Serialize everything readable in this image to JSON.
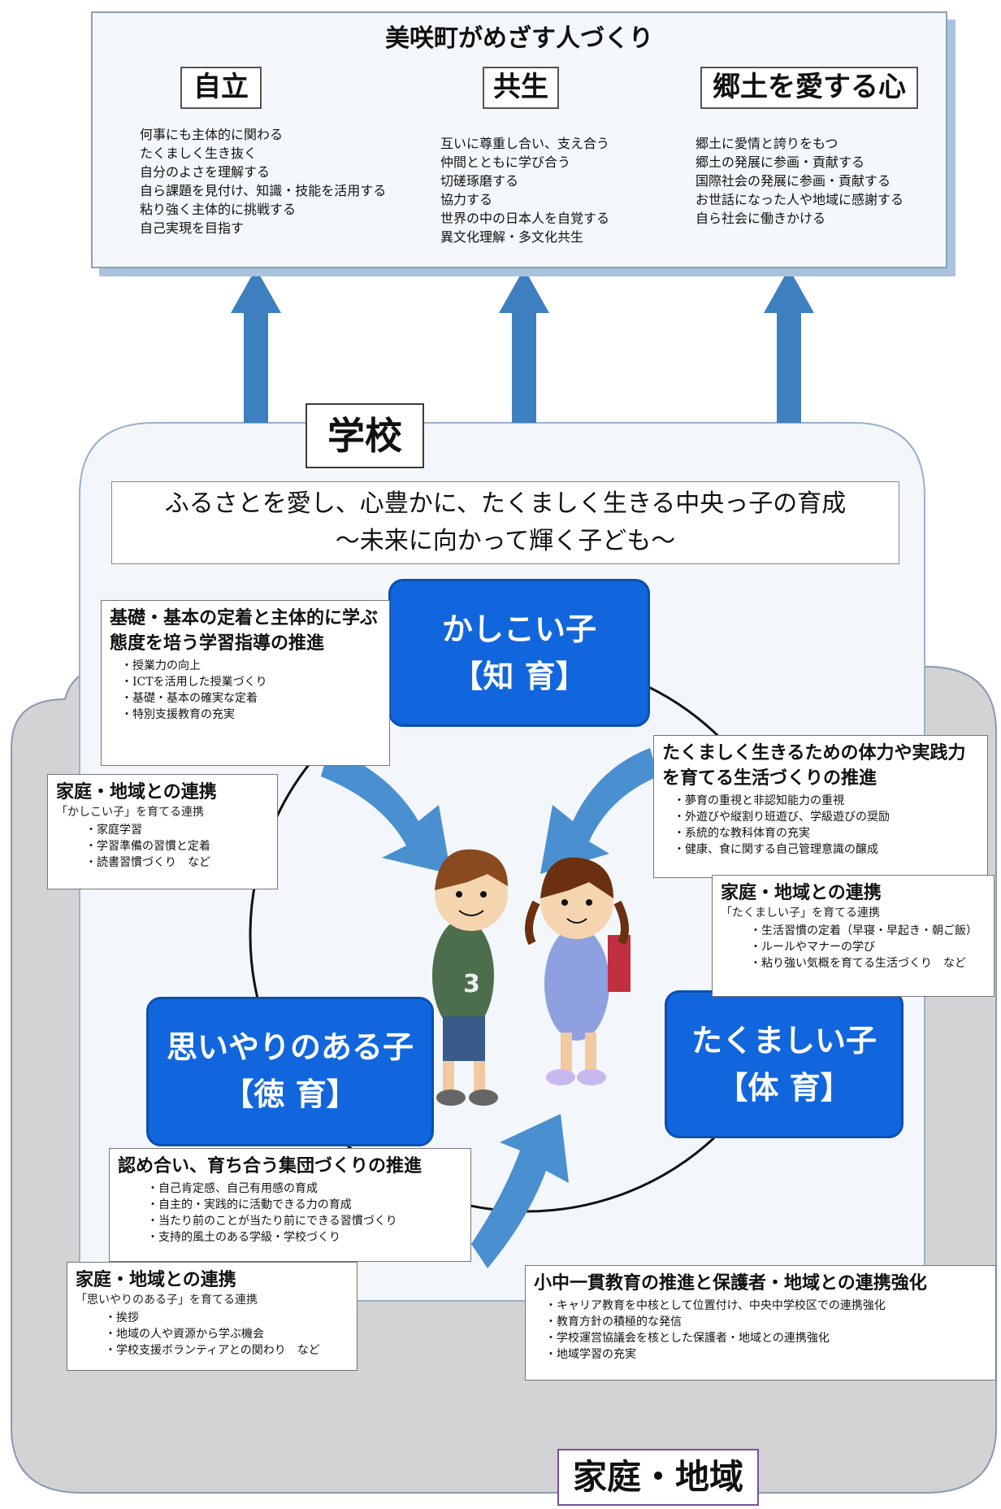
{
  "header": {
    "title": "美咲町がめざす人づくり"
  },
  "values": [
    {
      "label": "自立",
      "items": [
        "何事にも主体的に関わる",
        "たくましく生き抜く",
        "自分のよさを理解する",
        "自ら課題を見付け、知識・技能を活用する",
        "粘り強く主体的に挑戦する",
        "自己実現を目指す"
      ]
    },
    {
      "label": "共生",
      "items": [
        "互いに尊重し合い、支え合う",
        "仲間とともに学び合う",
        "切磋琢磨する",
        "協力する",
        "世界の中の日本人を自覚する",
        "異文化理解・多文化共生"
      ]
    },
    {
      "label": "郷土を愛する心",
      "items": [
        "郷土に愛情と誇りをもつ",
        "郷土の発展に参画・貢献する",
        "国際社会の発展に参画・貢献する",
        "お世話になった人や地域に感謝する",
        "自ら社会に働きかける"
      ]
    }
  ],
  "school": {
    "label": "学校",
    "goal_line1": "ふるさとを愛し、心豊かに、たくましく生きる中央っ子の育成",
    "goal_line2": "～未来に向かって輝く子ども～"
  },
  "pillars": {
    "wise": {
      "name": "かしこい子",
      "sub": "【知 育】"
    },
    "kind": {
      "name": "思いやりのある子",
      "sub": "【徳 育】"
    },
    "strong": {
      "name": "たくましい子",
      "sub": "【体 育】"
    }
  },
  "boxes": {
    "learning": {
      "title": "基礎・基本の定着と主体的に学ぶ態度を培う学習指導の推進",
      "items": [
        "授業力の向上",
        "ICTを活用した授業づくり",
        "基礎・基本の確実な定着",
        "特別支援教育の充実"
      ]
    },
    "fitness": {
      "title": "たくましく生きるための体力や実践力を育てる生活づくりの推進",
      "items": [
        "夢育の重視と非認知能力の重視",
        "外遊びや縦割り班遊び、学級遊びの奨励",
        "系統的な教科体育の充実",
        "健康、食に関する自己管理意識の醸成"
      ]
    },
    "group": {
      "title": "認め合い、育ち合う集団づくりの推進",
      "items": [
        "自己肯定感、自己有用感の育成",
        "自主的・実践的に活動できる力の育成",
        "当たり前のことが当たり前にできる習慣づくり",
        "支持的風土のある学級・学校づくり"
      ]
    },
    "home_wise": {
      "title": "家庭・地域との連携",
      "sub": "「かしこい子」を育てる連携",
      "items": [
        "家庭学習",
        "学習準備の習慣と定着",
        "読書習慣づくり　など"
      ]
    },
    "home_strong": {
      "title": "家庭・地域との連携",
      "sub": "「たくましい子」を育てる連携",
      "items": [
        "生活習慣の定着（早寝・早起き・朝ご飯）",
        "ルールやマナーの学び",
        "粘り強い気概を育てる生活づくり　など"
      ]
    },
    "home_kind": {
      "title": "家庭・地域との連携",
      "sub": "「思いやりのある子」を育てる連携",
      "items": [
        "挨拶",
        "地域の人や資源から学ぶ機会",
        "学校支援ボランティアとの関わり　など"
      ]
    },
    "cooperation": {
      "title": "小中一貫教育の推進と保護者・地域との連携強化",
      "items": [
        "キャリア教育を中核として位置付け、中央中学校区での連携強化",
        "教育方針の積極的な発信",
        "学校運営協議会を核とした保護者・地域との連携強化",
        "地域学習の充実"
      ]
    }
  },
  "home": {
    "label": "家庭・地域"
  },
  "colors": {
    "blue": "#1166dd",
    "arrow": "#4a90d0",
    "school_bg": "#f3f7fb",
    "home_bg": "#d3d3d6"
  }
}
